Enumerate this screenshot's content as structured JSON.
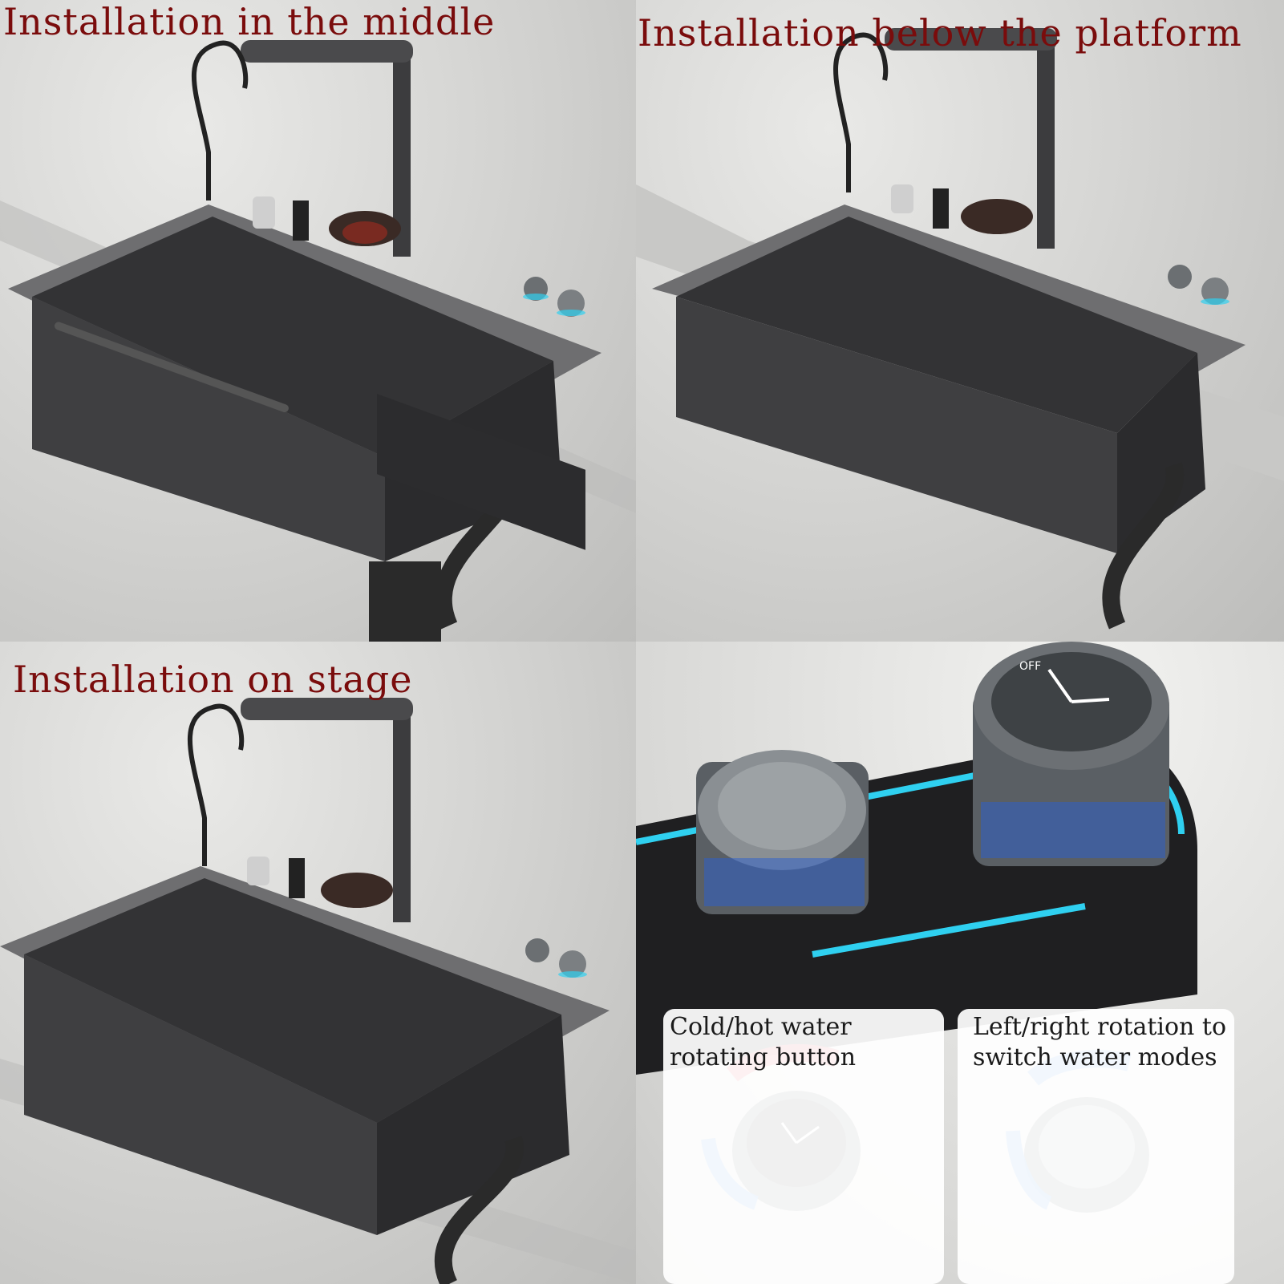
{
  "panels": [
    {
      "caption": "Installation in the middle"
    },
    {
      "caption": "Installation below the platform"
    },
    {
      "caption": "Installation on stage"
    },
    {
      "callouts": [
        {
          "text": "Cold/hot water rotating button"
        },
        {
          "text": "Left/right rotation to switch water modes"
        }
      ],
      "knob_label": "OFF"
    }
  ],
  "colors": {
    "caption": "#7a0c0c",
    "accent_blue": "#2fd0f0",
    "sink": "#3a3a3c"
  }
}
